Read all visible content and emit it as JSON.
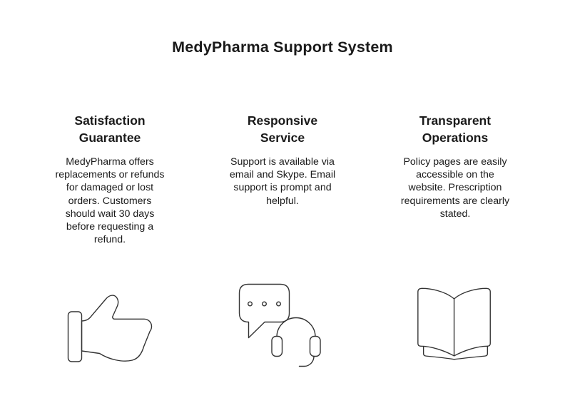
{
  "page": {
    "title": "MedyPharma Support System",
    "background_color": "#ffffff",
    "text_color": "#1a1a1a",
    "icon_stroke_color": "#333333"
  },
  "columns": [
    {
      "title_line1": "Satisfaction",
      "title_line2": "Guarantee",
      "body": "MedyPharma offers\nreplacements or refunds\nfor damaged or lost\norders. Customers\nshould wait 30 days\nbefore requesting a\nrefund.",
      "icon": "thumbs-up-icon"
    },
    {
      "title_line1": "Responsive",
      "title_line2": "Service",
      "body": "Support is available via\nemail and Skype. Email\nsupport is prompt and\nhelpful.",
      "icon": "chat-headset-icon"
    },
    {
      "title_line1": "Transparent",
      "title_line2": "Operations",
      "body": "Policy pages are easily\naccessible on the\nwebsite. Prescription\nrequirements are clearly\nstated.",
      "icon": "open-book-icon"
    }
  ]
}
